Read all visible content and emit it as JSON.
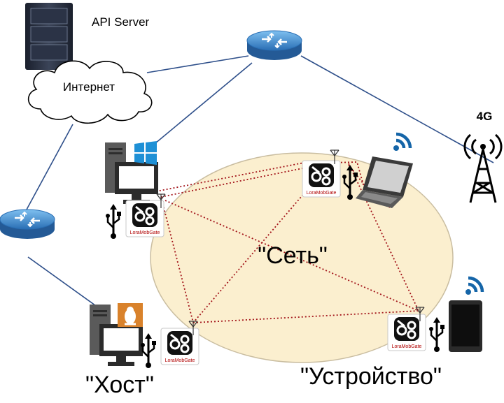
{
  "labels": {
    "api_server": "API Server",
    "internet": "Интернет",
    "network": "\"Сеть\"",
    "host": "\"Хост\"",
    "device": "\"Устройство\"",
    "cellular": "4G"
  },
  "gateways": [
    {
      "label": "LoraMobGate"
    },
    {
      "label": "LoraMobGate"
    },
    {
      "label": "LoraMobGate"
    },
    {
      "label": "LoraMobGate"
    }
  ],
  "colors": {
    "network_fill": "#fbefcf",
    "network_stroke": "#c9bda0",
    "link": "#2e4f8a",
    "mesh_link": "#a3141a",
    "router": "#3d8fd6",
    "windows": "#1e90d6",
    "linux": "#d9822b",
    "wifi": "#1565a8",
    "gate_text": "#b00000"
  },
  "icons": [
    "server-icon",
    "cloud-icon",
    "router-icon",
    "windows-pc-icon",
    "linux-pc-icon",
    "laptop-icon",
    "smartphone-icon",
    "cell-tower-icon",
    "usb-icon",
    "antenna-icon",
    "wifi-icon",
    "loramobgate-icon"
  ]
}
